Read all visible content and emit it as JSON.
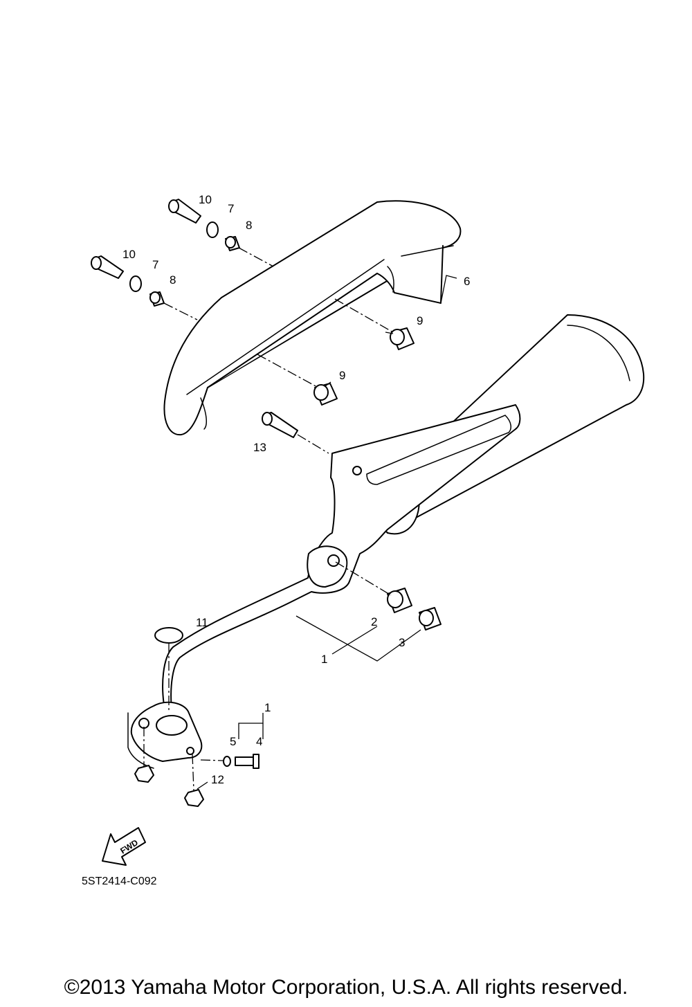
{
  "diagram": {
    "callouts": [
      "1",
      "2",
      "3",
      "4",
      "5",
      "6",
      "7",
      "8",
      "9",
      "10",
      "11",
      "12",
      "13"
    ],
    "fwd_label": "FWD",
    "diagram_code": "5ST2414-C092",
    "copyright": "©2013 Yamaha Motor Corporation, U.S.A. All rights reserved."
  }
}
